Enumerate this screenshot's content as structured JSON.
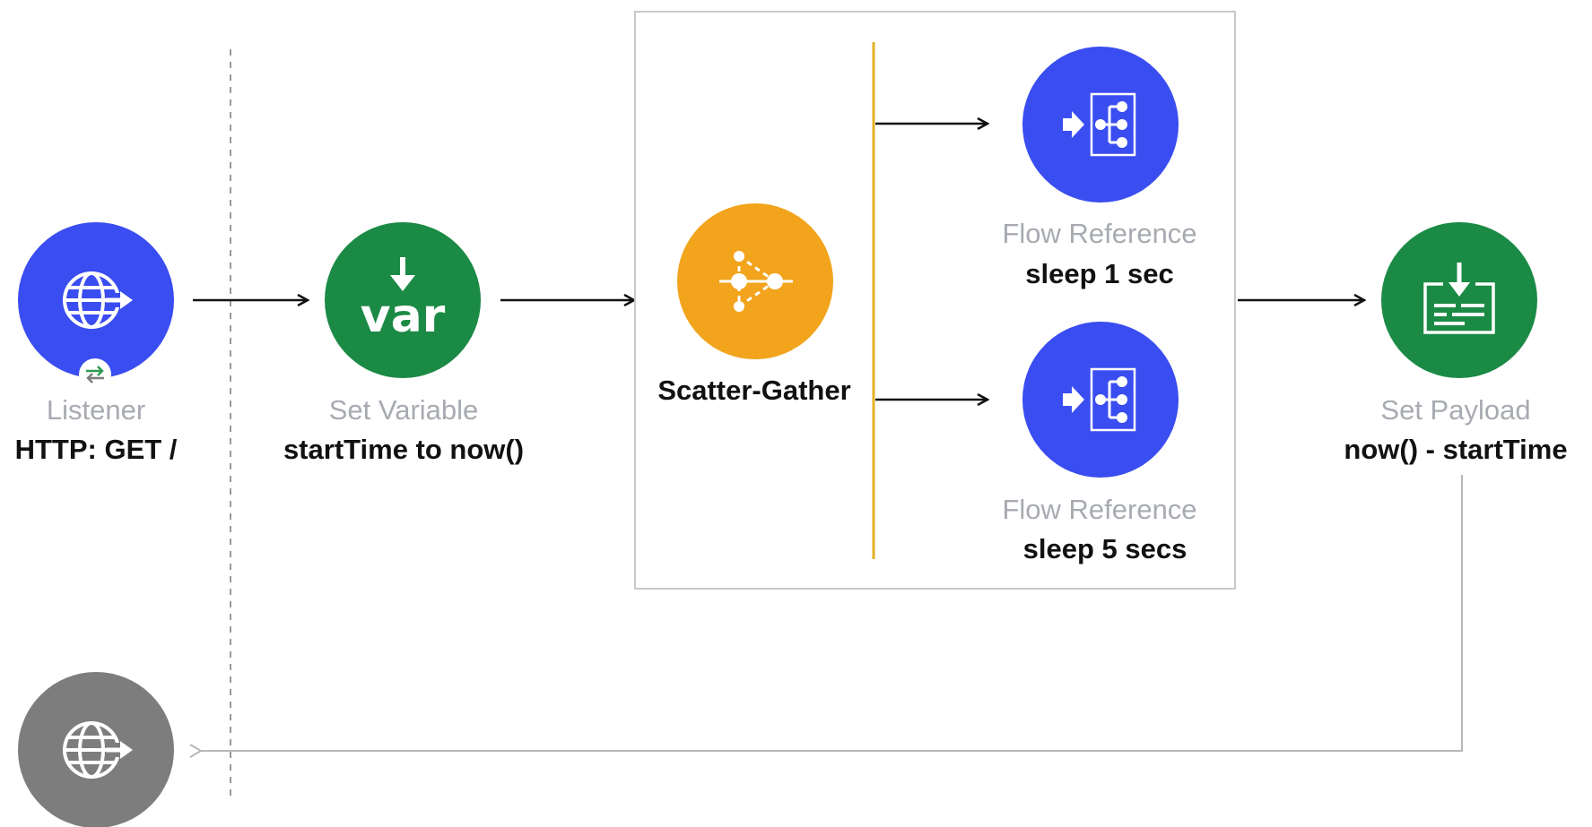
{
  "colors": {
    "listener": "#3a4df0",
    "set_variable": "#1b8a45",
    "scatter_gather": "#f2a41c",
    "flow_reference": "#3a4df0",
    "set_payload": "#1b8a45",
    "response": "#7d7d7d",
    "scatter_bar": "#e5b021"
  },
  "listener": {
    "type_label": "Listener",
    "name": "HTTP: GET /",
    "icon": "globe-arrow-icon",
    "badge_icon": "swap-arrows-icon"
  },
  "set_variable": {
    "type_label": "Set Variable",
    "name": "startTime to now()",
    "icon_text": "var",
    "icon": "download-arrow-icon"
  },
  "scatter_gather": {
    "name": "Scatter-Gather",
    "icon": "scatter-gather-icon"
  },
  "route_1": {
    "type_label": "Flow Reference",
    "name": "sleep 1 sec",
    "icon": "flow-reference-icon"
  },
  "route_2": {
    "type_label": "Flow Reference",
    "name": "sleep 5 secs",
    "icon": "flow-reference-icon"
  },
  "set_payload": {
    "type_label": "Set Payload",
    "name": "now() - startTime",
    "icon": "payload-icon"
  },
  "response": {
    "icon": "globe-arrow-icon"
  }
}
